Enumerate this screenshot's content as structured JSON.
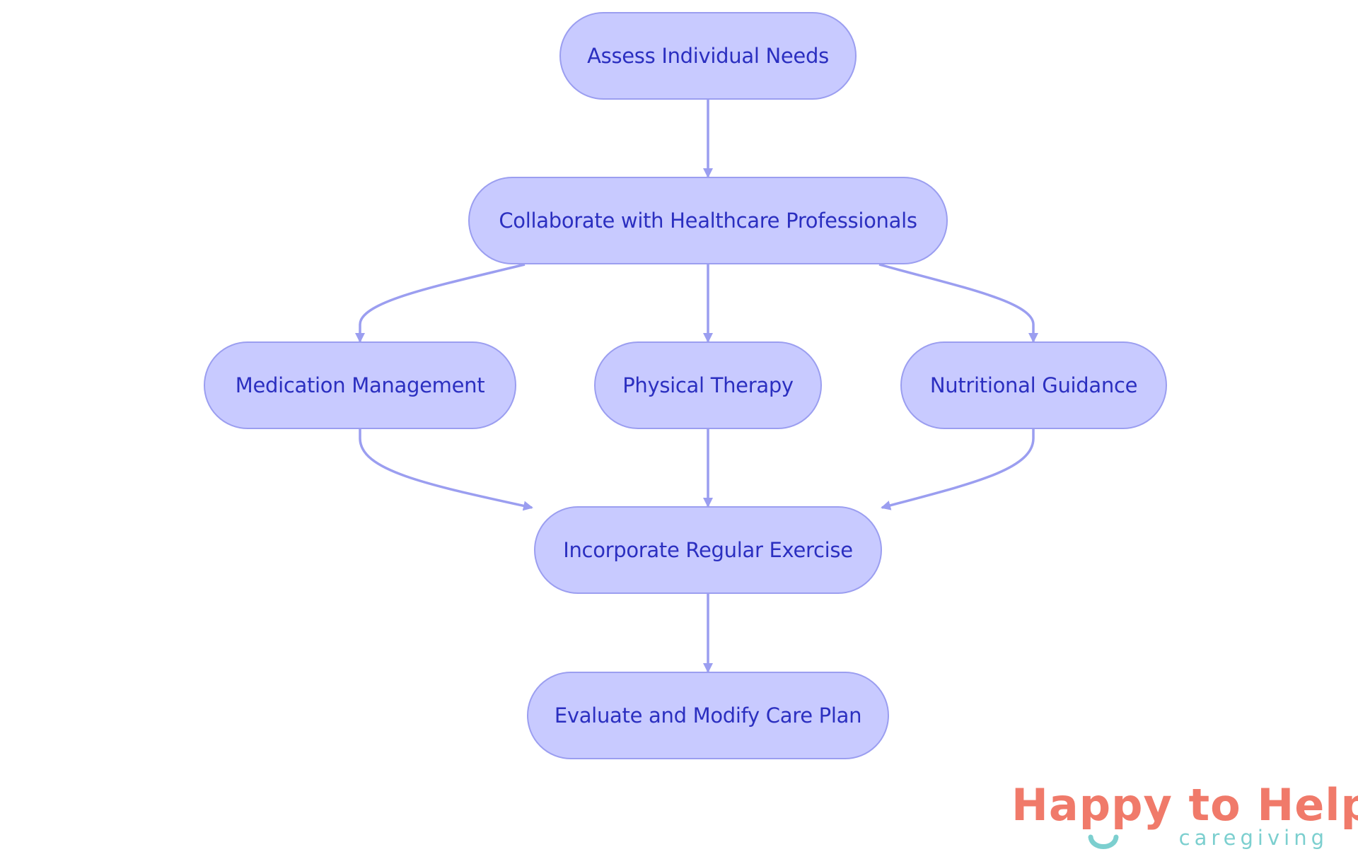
{
  "diagram": {
    "nodes": {
      "assess": "Assess Individual Needs",
      "collaborate": "Collaborate with Healthcare Professionals",
      "medication": "Medication Management",
      "therapy": "Physical Therapy",
      "nutrition": "Nutritional Guidance",
      "exercise": "Incorporate Regular Exercise",
      "evaluate": "Evaluate and Modify Care Plan"
    },
    "edges": [
      [
        "assess",
        "collaborate"
      ],
      [
        "collaborate",
        "medication"
      ],
      [
        "collaborate",
        "therapy"
      ],
      [
        "collaborate",
        "nutrition"
      ],
      [
        "medication",
        "exercise"
      ],
      [
        "therapy",
        "exercise"
      ],
      [
        "nutrition",
        "exercise"
      ],
      [
        "exercise",
        "evaluate"
      ]
    ]
  },
  "logo": {
    "word1": "Happy",
    "word2": "to",
    "word3": "Help",
    "sub": "caregiving"
  },
  "colors": {
    "node_fill": "#c8caff",
    "node_border": "#9b9ef0",
    "node_text": "#2b2fc0",
    "edge": "#9b9ef0",
    "logo_coral": "#f07a6a",
    "logo_teal": "#7ccfcf"
  }
}
